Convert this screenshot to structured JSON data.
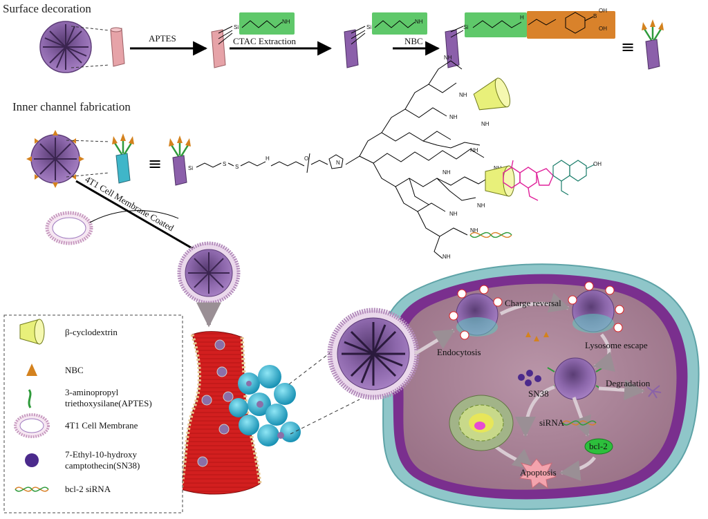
{
  "sections": {
    "surface": "Surface decoration",
    "inner": "Inner channel fabrication"
  },
  "steps": {
    "aptes": "APTES",
    "ctac": "CTAC Extraction",
    "nbc": "NBC",
    "equiv": "≡",
    "membrane": "4T1 Cell Membrane Coated"
  },
  "chem": {
    "si": "Si",
    "nh2": "NH",
    "sub2": "2",
    "h": "H",
    "oh": "OH",
    "b": "B",
    "o": "O",
    "n": "N",
    "s": "S",
    "nh": "NH"
  },
  "cell": {
    "endocytosis": "Endocytosis",
    "charge_reversal": "Charge reversal",
    "lysosome_escape": "Lysosome escape",
    "degradation": "Degradation",
    "sn38": "SN38",
    "sirna": "siRNA",
    "bcl2": "bcl-2",
    "apoptosis": "Apoptosis"
  },
  "legend": {
    "items": [
      {
        "key": "cd",
        "text": [
          "β-cyclodextrin"
        ]
      },
      {
        "key": "nbc",
        "text": [
          "NBC"
        ]
      },
      {
        "key": "aptes",
        "text": [
          "3-aminopropyl",
          "triethoxysilane(APTES)"
        ]
      },
      {
        "key": "membrane",
        "text": [
          "4T1 Cell Membrane"
        ]
      },
      {
        "key": "sn38",
        "text": [
          "7-Ethyl-10-hydroxy",
          "camptothecin(SN38)"
        ]
      },
      {
        "key": "sirna",
        "text": [
          "bcl-2 siRNA"
        ]
      }
    ]
  },
  "colors": {
    "green_box": "#5fc86a",
    "orange_box": "#d9822b",
    "particle": "#8a62a8",
    "cell_fill": "#b48aa0",
    "membrane_purple": "#7a2f8e",
    "membrane_blue": "#8fc6c9",
    "vessel": "#c81f1f",
    "tumor": "#2fb9d6",
    "nbc": "#d4821e",
    "cd": "#e8f07a",
    "sn38": "#4b2a8c",
    "bcl2": "#2dbf3c",
    "apoptosis": "#f3a3ad"
  },
  "icons": [
    "arrow-icon",
    "nanoparticle-icon",
    "pore-channel-icon",
    "cyclodextrin-icon",
    "nbc-icon",
    "aptes-icon",
    "membrane-vesicle-icon",
    "sn38-icon",
    "sirna-icon"
  ]
}
